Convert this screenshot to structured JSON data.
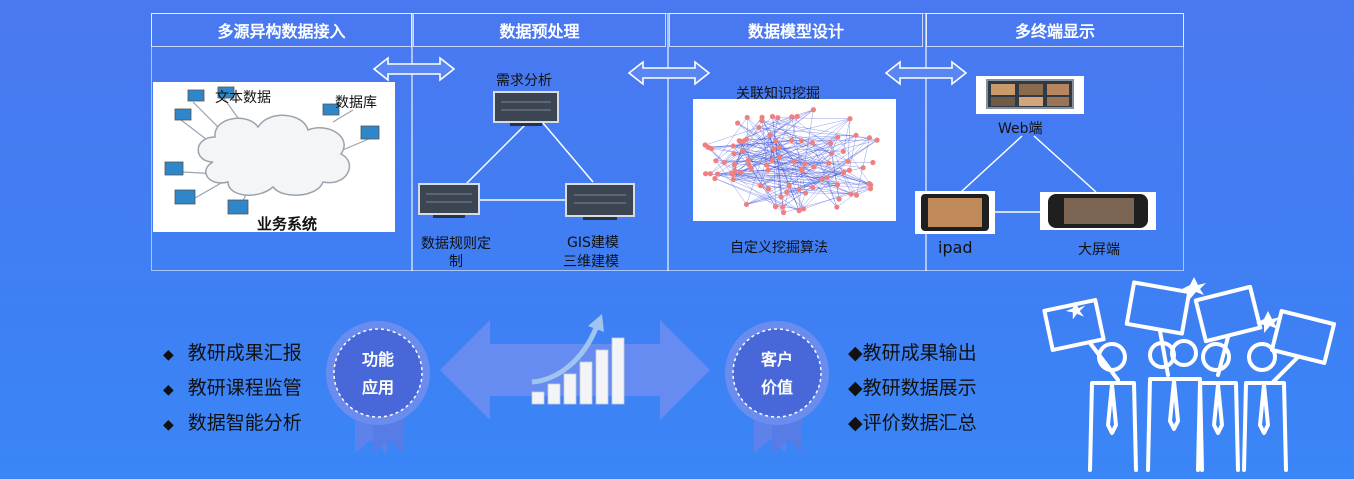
{
  "columns": [
    {
      "title": "多源异构数据接入"
    },
    {
      "title": "数据预处理"
    },
    {
      "title": "数据模型设计"
    },
    {
      "title": "多终端显示"
    }
  ],
  "source_panel": {
    "text_data": "文本数据",
    "database": "数据库",
    "business_system": "业务系统"
  },
  "preprocess_panel": {
    "requirement": "需求分析",
    "rule": "数据规则定制",
    "gis": "GIS建模",
    "threed": "三维建模"
  },
  "model_panel": {
    "mining": "关联知识挖掘",
    "algorithm": "自定义挖掘算法"
  },
  "display_panel": {
    "web": "Web端",
    "ipad": "ipad",
    "screen": "大屏端"
  },
  "function_badge": {
    "line1": "功能",
    "line2": "应用"
  },
  "value_badge": {
    "line1": "客户",
    "line2": "价值"
  },
  "function_items": [
    {
      "bullet": "◆",
      "label": "教研成果汇报"
    },
    {
      "bullet": "◆",
      "label": "教研课程监管"
    },
    {
      "bullet": "◆",
      "label": "数据智能分析"
    }
  ],
  "value_items": [
    {
      "label": "◆教研成果输出"
    },
    {
      "label": "◆教研数据展示"
    },
    {
      "label": "◆评价数据汇总"
    }
  ],
  "colors": {
    "background": "#4279f2",
    "badge": "#4c6fe0",
    "arrow": "#6f8ef0",
    "network_node": "#f08080",
    "network_edge": "#3b4fd8"
  }
}
